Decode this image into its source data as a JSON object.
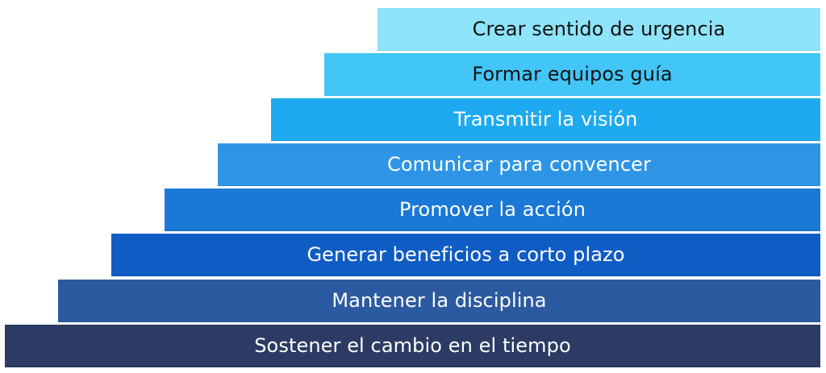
{
  "steps": [
    {
      "label": "Crear sentido de urgencia",
      "bg": "#8de4fb",
      "fg": "#111111"
    },
    {
      "label": "Formar equipos guía",
      "bg": "#42c6f8",
      "fg": "#111111"
    },
    {
      "label": "Transmitir la visión",
      "bg": "#1eaaf0",
      "fg": "#ffffff"
    },
    {
      "label": "Comunicar para convencer",
      "bg": "#2e95e6",
      "fg": "#ffffff"
    },
    {
      "label": "Promover la acción",
      "bg": "#1a78d6",
      "fg": "#ffffff"
    },
    {
      "label": "Generar beneficios a corto plazo",
      "bg": "#0f5cc4",
      "fg": "#ffffff"
    },
    {
      "label": "Mantener la disciplina",
      "bg": "#2c5aa0",
      "fg": "#ffffff"
    },
    {
      "label": "Sostener el cambio en el tiempo",
      "bg": "#2b3b63",
      "fg": "#ffffff"
    }
  ]
}
